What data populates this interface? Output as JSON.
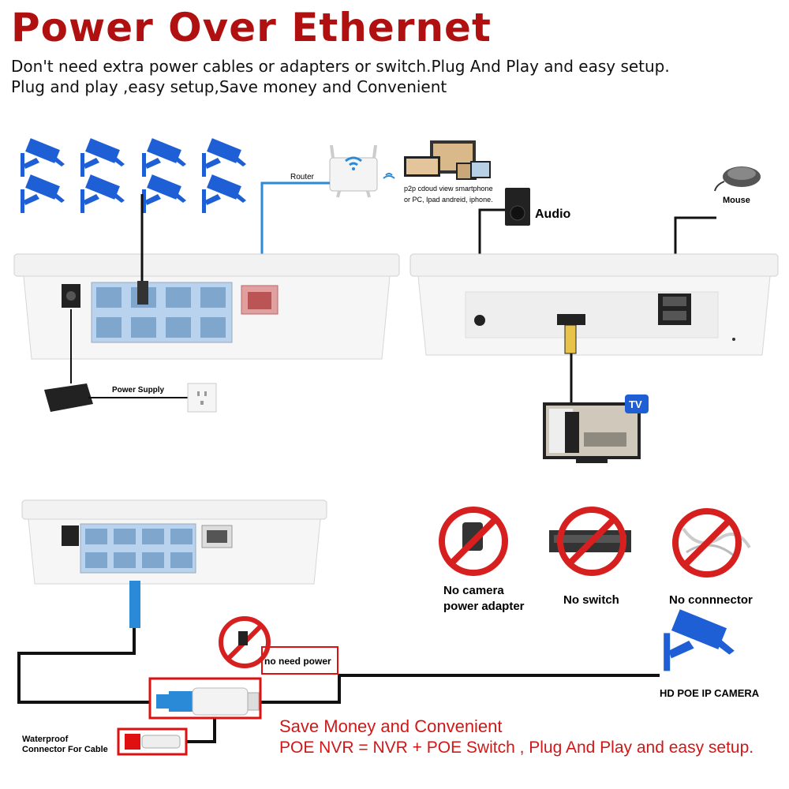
{
  "title": "Power Over Ethernet",
  "subtitle_lines": [
    "Don't need extra power cables or adapters or switch.Plug And Play and easy setup.",
    "Plug and play ,easy setup,Save money and Convenient"
  ],
  "labels": {
    "router": "Router",
    "p2p_line1": "p2p cdoud view smartphone",
    "p2p_line2": "or PC, Ipad andreid, iphone.",
    "audio": "Audio",
    "mouse": "Mouse",
    "power_supply": "Power Supply",
    "tv_badge": "TV",
    "no_camera_line1": "No camera",
    "no_camera_line2": "power adapter",
    "no_switch": "No switch",
    "no_connector": "No connnector",
    "no_need_power": "no need power",
    "hd_camera": "HD POE IP CAMERA",
    "waterproof_line1": "Waterproof",
    "waterproof_line2": "Connector For Cable"
  },
  "footer": {
    "line1": "Save Money and Convenient",
    "line2": "POE NVR = NVR + POE Switch , Plug And Play and easy setup."
  },
  "colors": {
    "title_red": "#b01010",
    "camera_blue": "#1f5fd6",
    "prohibit_red": "#d62020",
    "port_panel": "#b9d3ee",
    "cable_blue": "#2a8ad8"
  },
  "icons": [
    "cctv-camera-icon",
    "router-icon",
    "devices-icon",
    "speaker-icon",
    "mouse-icon",
    "power-adapter-icon",
    "wall-outlet-icon",
    "tv-icon",
    "prohibited-icon",
    "rj45-plug-icon",
    "hdmi-plug-icon",
    "usb-plug-icon",
    "hd-camera-icon"
  ]
}
